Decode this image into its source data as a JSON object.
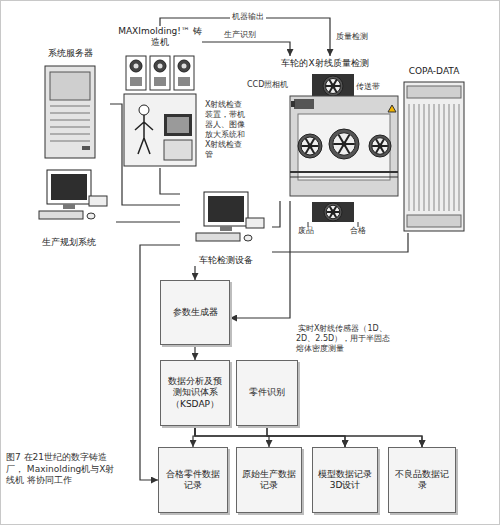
{
  "diagram": {
    "caption": "图7 在21世纪的数字铸造厂， Maxinolding机与X射线机 将协同工作",
    "nodes": [
      {
        "text": [
          "系统服务器"
        ]
      },
      {
        "text": [
          "MAXImolding!™ 铸造机"
        ]
      },
      {
        "text": [
          "车轮的X射线质量检测"
        ]
      },
      {
        "text": [
          "COPA-DATA"
        ]
      },
      {
        "text": [
          "生产规划系统"
        ]
      },
      {
        "text": [
          "车轮检测设备"
        ]
      },
      {
        "text": [
          "参数生成器"
        ]
      },
      {
        "text": [
          "数据分析及预测知识体系（KSDAP）"
        ]
      },
      {
        "text": [
          "零件识别"
        ]
      },
      {
        "text": [
          "合格零件数据记录"
        ]
      },
      {
        "text": [
          "原始生产数据记录"
        ]
      },
      {
        "text": [
          "模型数据记录3D设计"
        ]
      },
      {
        "text": [
          "不良品数据记录"
        ]
      }
    ],
    "edges": [
      {
        "from": 1,
        "to": 2,
        "label": "机器输出",
        "arrow": "to"
      },
      {
        "from": 1,
        "to": 2,
        "label": "生产识别",
        "arrow": "to"
      },
      {
        "from": 0,
        "to": 5,
        "arrow": "none"
      },
      {
        "from": 4,
        "to": 5,
        "arrow": "none"
      },
      {
        "from": 1,
        "to": 5,
        "arrow": "none"
      },
      {
        "from": 2,
        "to": 5,
        "arrow": "none"
      },
      {
        "from": 3,
        "to": 5,
        "arrow": "none"
      },
      {
        "from": 5,
        "to": 6,
        "arrow": "to"
      },
      {
        "from": 2,
        "to": 6,
        "label": "实时X射线传感器（1D、2D、2.5D），用于半固态熔体密度测量",
        "arrow": "to"
      },
      {
        "from": 6,
        "to": 7,
        "arrow": "to"
      },
      {
        "from": 7,
        "to": 9,
        "arrow": "to"
      },
      {
        "from": 7,
        "to": 10,
        "arrow": "to"
      },
      {
        "from": 7,
        "to": 11,
        "arrow": "to"
      },
      {
        "from": 7,
        "to": 12,
        "arrow": "to"
      },
      {
        "from": 8,
        "to": 11,
        "arrow": "to"
      },
      {
        "from": 8,
        "to": 12,
        "arrow": "to"
      },
      {
        "from": 5,
        "to": 9,
        "arrow": "to"
      }
    ],
    "labels": [
      "质量检测",
      "CCD照相机",
      "X射线检查装置，带机器人、图像放大系统和X射线检查管",
      "传送带",
      "废品",
      "合格"
    ]
  }
}
